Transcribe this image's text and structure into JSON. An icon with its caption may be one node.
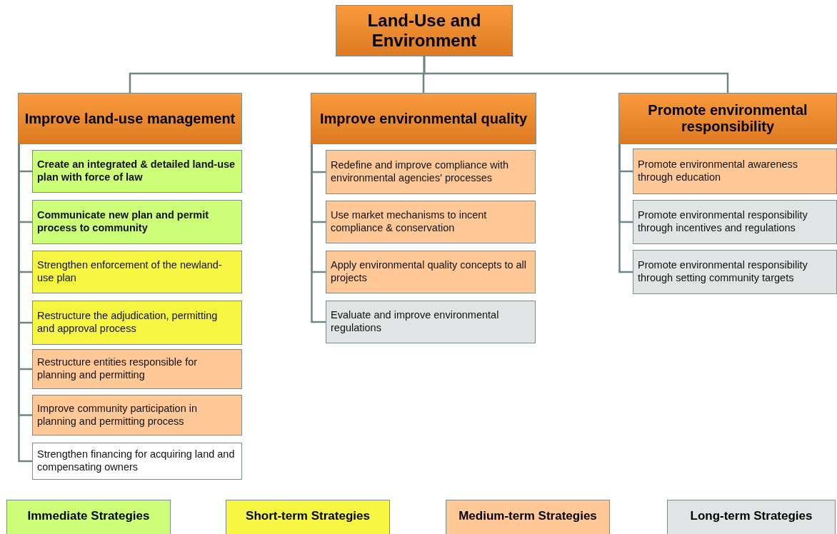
{
  "diagram": {
    "nodes": [
      {
        "text": [
          "Land-Use and Environment"
        ]
      },
      {
        "text": [
          "Improve land-use management"
        ]
      },
      {
        "text": [
          "Create an integrated & detailed land-use plan with force of law"
        ]
      },
      {
        "text": [
          "Communicate new plan and permit process to community"
        ]
      },
      {
        "text": [
          "Strengthen enforcement of the newland-use plan"
        ]
      },
      {
        "text": [
          "Restructure the adjudication, permitting and approval process"
        ]
      },
      {
        "text": [
          "Restructure entities responsible for planning and permitting"
        ]
      },
      {
        "text": [
          "Improve community participation in planning and permitting process"
        ]
      },
      {
        "text": [
          "Strengthen financing for acquiring land and compensating owners"
        ]
      },
      {
        "text": [
          "Improve environmental quality"
        ]
      },
      {
        "text": [
          "Redefine and improve compliance with environmental agencies' processes"
        ]
      },
      {
        "text": [
          "Use market mechanisms to incent compliance & conservation"
        ]
      },
      {
        "text": [
          "Apply environmental quality concepts to all projects"
        ]
      },
      {
        "text": [
          "Evaluate and improve environmental regulations"
        ]
      },
      {
        "text": [
          "Promote environmental responsibility"
        ]
      },
      {
        "text": [
          "Promote environmental awareness through education"
        ]
      },
      {
        "text": [
          "Promote environmental responsibility through incentives and regulations"
        ]
      },
      {
        "text": [
          "Promote environmental responsibility through setting community targets"
        ]
      }
    ],
    "edges": [
      {
        "from": 0,
        "to": 1,
        "arrow": "none"
      },
      {
        "from": 0,
        "to": 9,
        "arrow": "none"
      },
      {
        "from": 0,
        "to": 14,
        "arrow": "none"
      },
      {
        "from": 1,
        "to": 2,
        "arrow": "none"
      },
      {
        "from": 1,
        "to": 3,
        "arrow": "none"
      },
      {
        "from": 1,
        "to": 4,
        "arrow": "none"
      },
      {
        "from": 1,
        "to": 5,
        "arrow": "none"
      },
      {
        "from": 1,
        "to": 6,
        "arrow": "none"
      },
      {
        "from": 1,
        "to": 7,
        "arrow": "none"
      },
      {
        "from": 1,
        "to": 8,
        "arrow": "none"
      },
      {
        "from": 9,
        "to": 10,
        "arrow": "none"
      },
      {
        "from": 9,
        "to": 11,
        "arrow": "none"
      },
      {
        "from": 9,
        "to": 12,
        "arrow": "none"
      },
      {
        "from": 9,
        "to": 13,
        "arrow": "none"
      },
      {
        "from": 14,
        "to": 15,
        "arrow": "none"
      },
      {
        "from": 14,
        "to": 16,
        "arrow": "none"
      },
      {
        "from": 14,
        "to": 17,
        "arrow": "none"
      }
    ],
    "legend": [
      {
        "text": "Immediate Strategies",
        "color": "#ccff77"
      },
      {
        "text": "Short-term Strategies",
        "color": "#f6f642"
      },
      {
        "text": "Medium-term Strategies",
        "color": "#ffc896"
      },
      {
        "text": "Long-term Strategies",
        "color": "#e0e4e4"
      }
    ]
  }
}
